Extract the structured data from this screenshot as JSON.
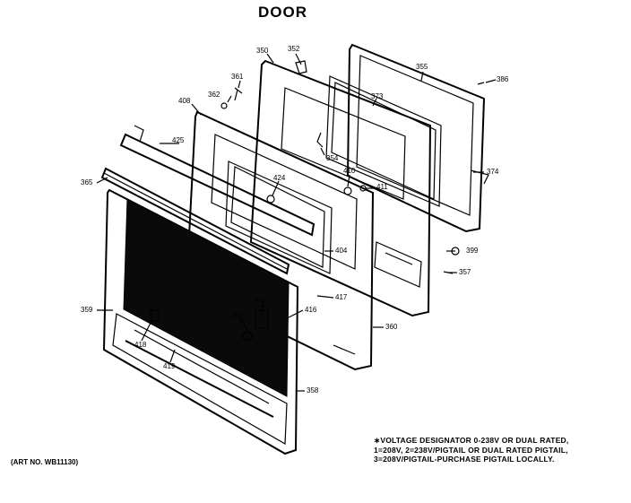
{
  "title": "DOOR",
  "art_number": "(ART NO. WB11130)",
  "note": [
    "∗VOLTAGE DESIGNATOR 0-238V OR DUAL RATED,",
    "1=208V, 2=238V/PIGTAIL OR DUAL RATED PIGTAIL,",
    "3=208V/PIGTAIL-PURCHASE PIGTAIL LOCALLY."
  ],
  "parts": {
    "p350": "350",
    "p352": "352",
    "p355": "355",
    "p386": "386",
    "p361": "361",
    "p362": "362",
    "p373": "373",
    "p408": "408",
    "p354": "354",
    "p425": "425",
    "p410": "410",
    "p411": "411",
    "p374": "374",
    "p365": "365",
    "p424": "424",
    "p404": "404",
    "p399": "399",
    "p357": "357",
    "p417": "417",
    "p422": "422",
    "p416": "416",
    "p359": "359",
    "p363": "363",
    "p360": "360",
    "p418": "418",
    "p419": "419",
    "p358": "358"
  }
}
